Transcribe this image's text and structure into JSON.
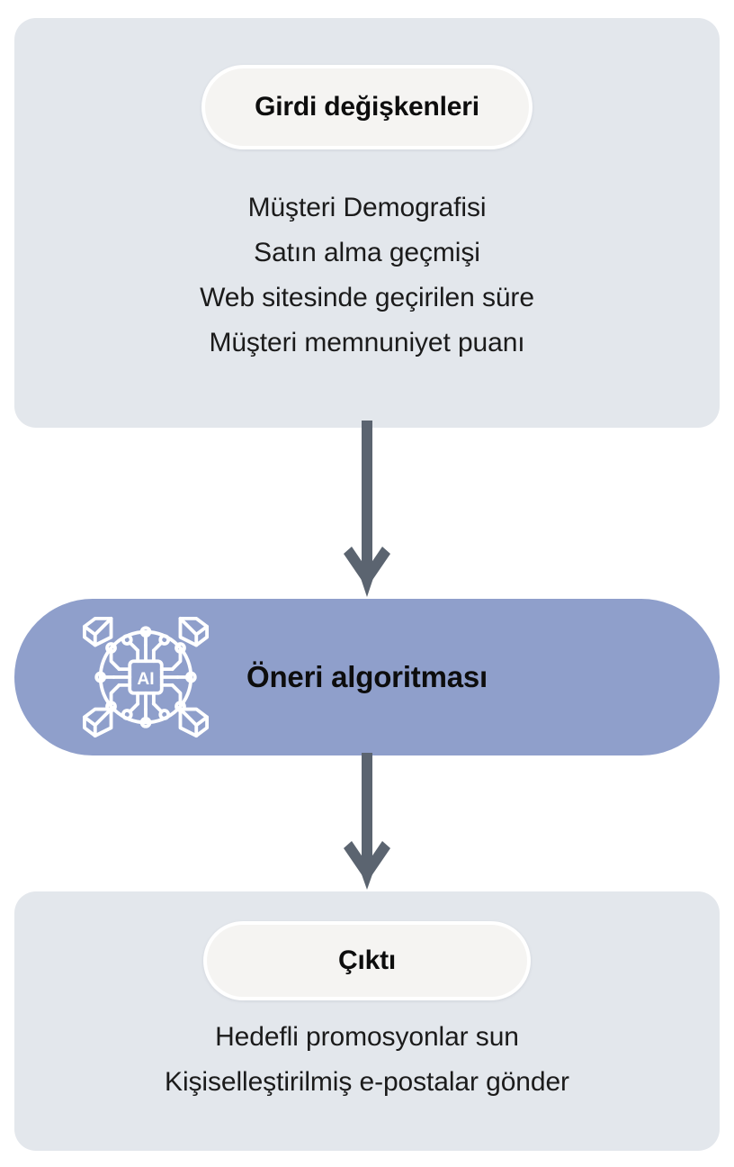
{
  "diagram": {
    "title": "Girdi degiskenleri akis semasi",
    "background_color": "#ffffff",
    "panel_color": "#e3e7ec",
    "pill_color": "#f5f4f2",
    "accent_color": "#8f9fcb",
    "arrow_color": "#5b6470",
    "text_color": "#1b1b1b"
  },
  "input_section": {
    "title": "Girdi değişkenleri",
    "lines": [
      "Müşteri Demografisi",
      "Satın alma geçmişi",
      "Web sitesinde geçirilen süre",
      "Müşteri memnuniyet puanı"
    ]
  },
  "algorithm_section": {
    "label": "Öneri algoritması",
    "icon": "ai-chip-icon"
  },
  "output_section": {
    "title": "Çıktı",
    "lines": [
      "Hedefli promosyonlar sun",
      "Kişiselleştirilmiş e-postalar gönder"
    ]
  },
  "arrows": [
    {
      "name": "arrow-input-to-algorithm",
      "direction": "down"
    },
    {
      "name": "arrow-algorithm-to-output",
      "direction": "down"
    }
  ]
}
